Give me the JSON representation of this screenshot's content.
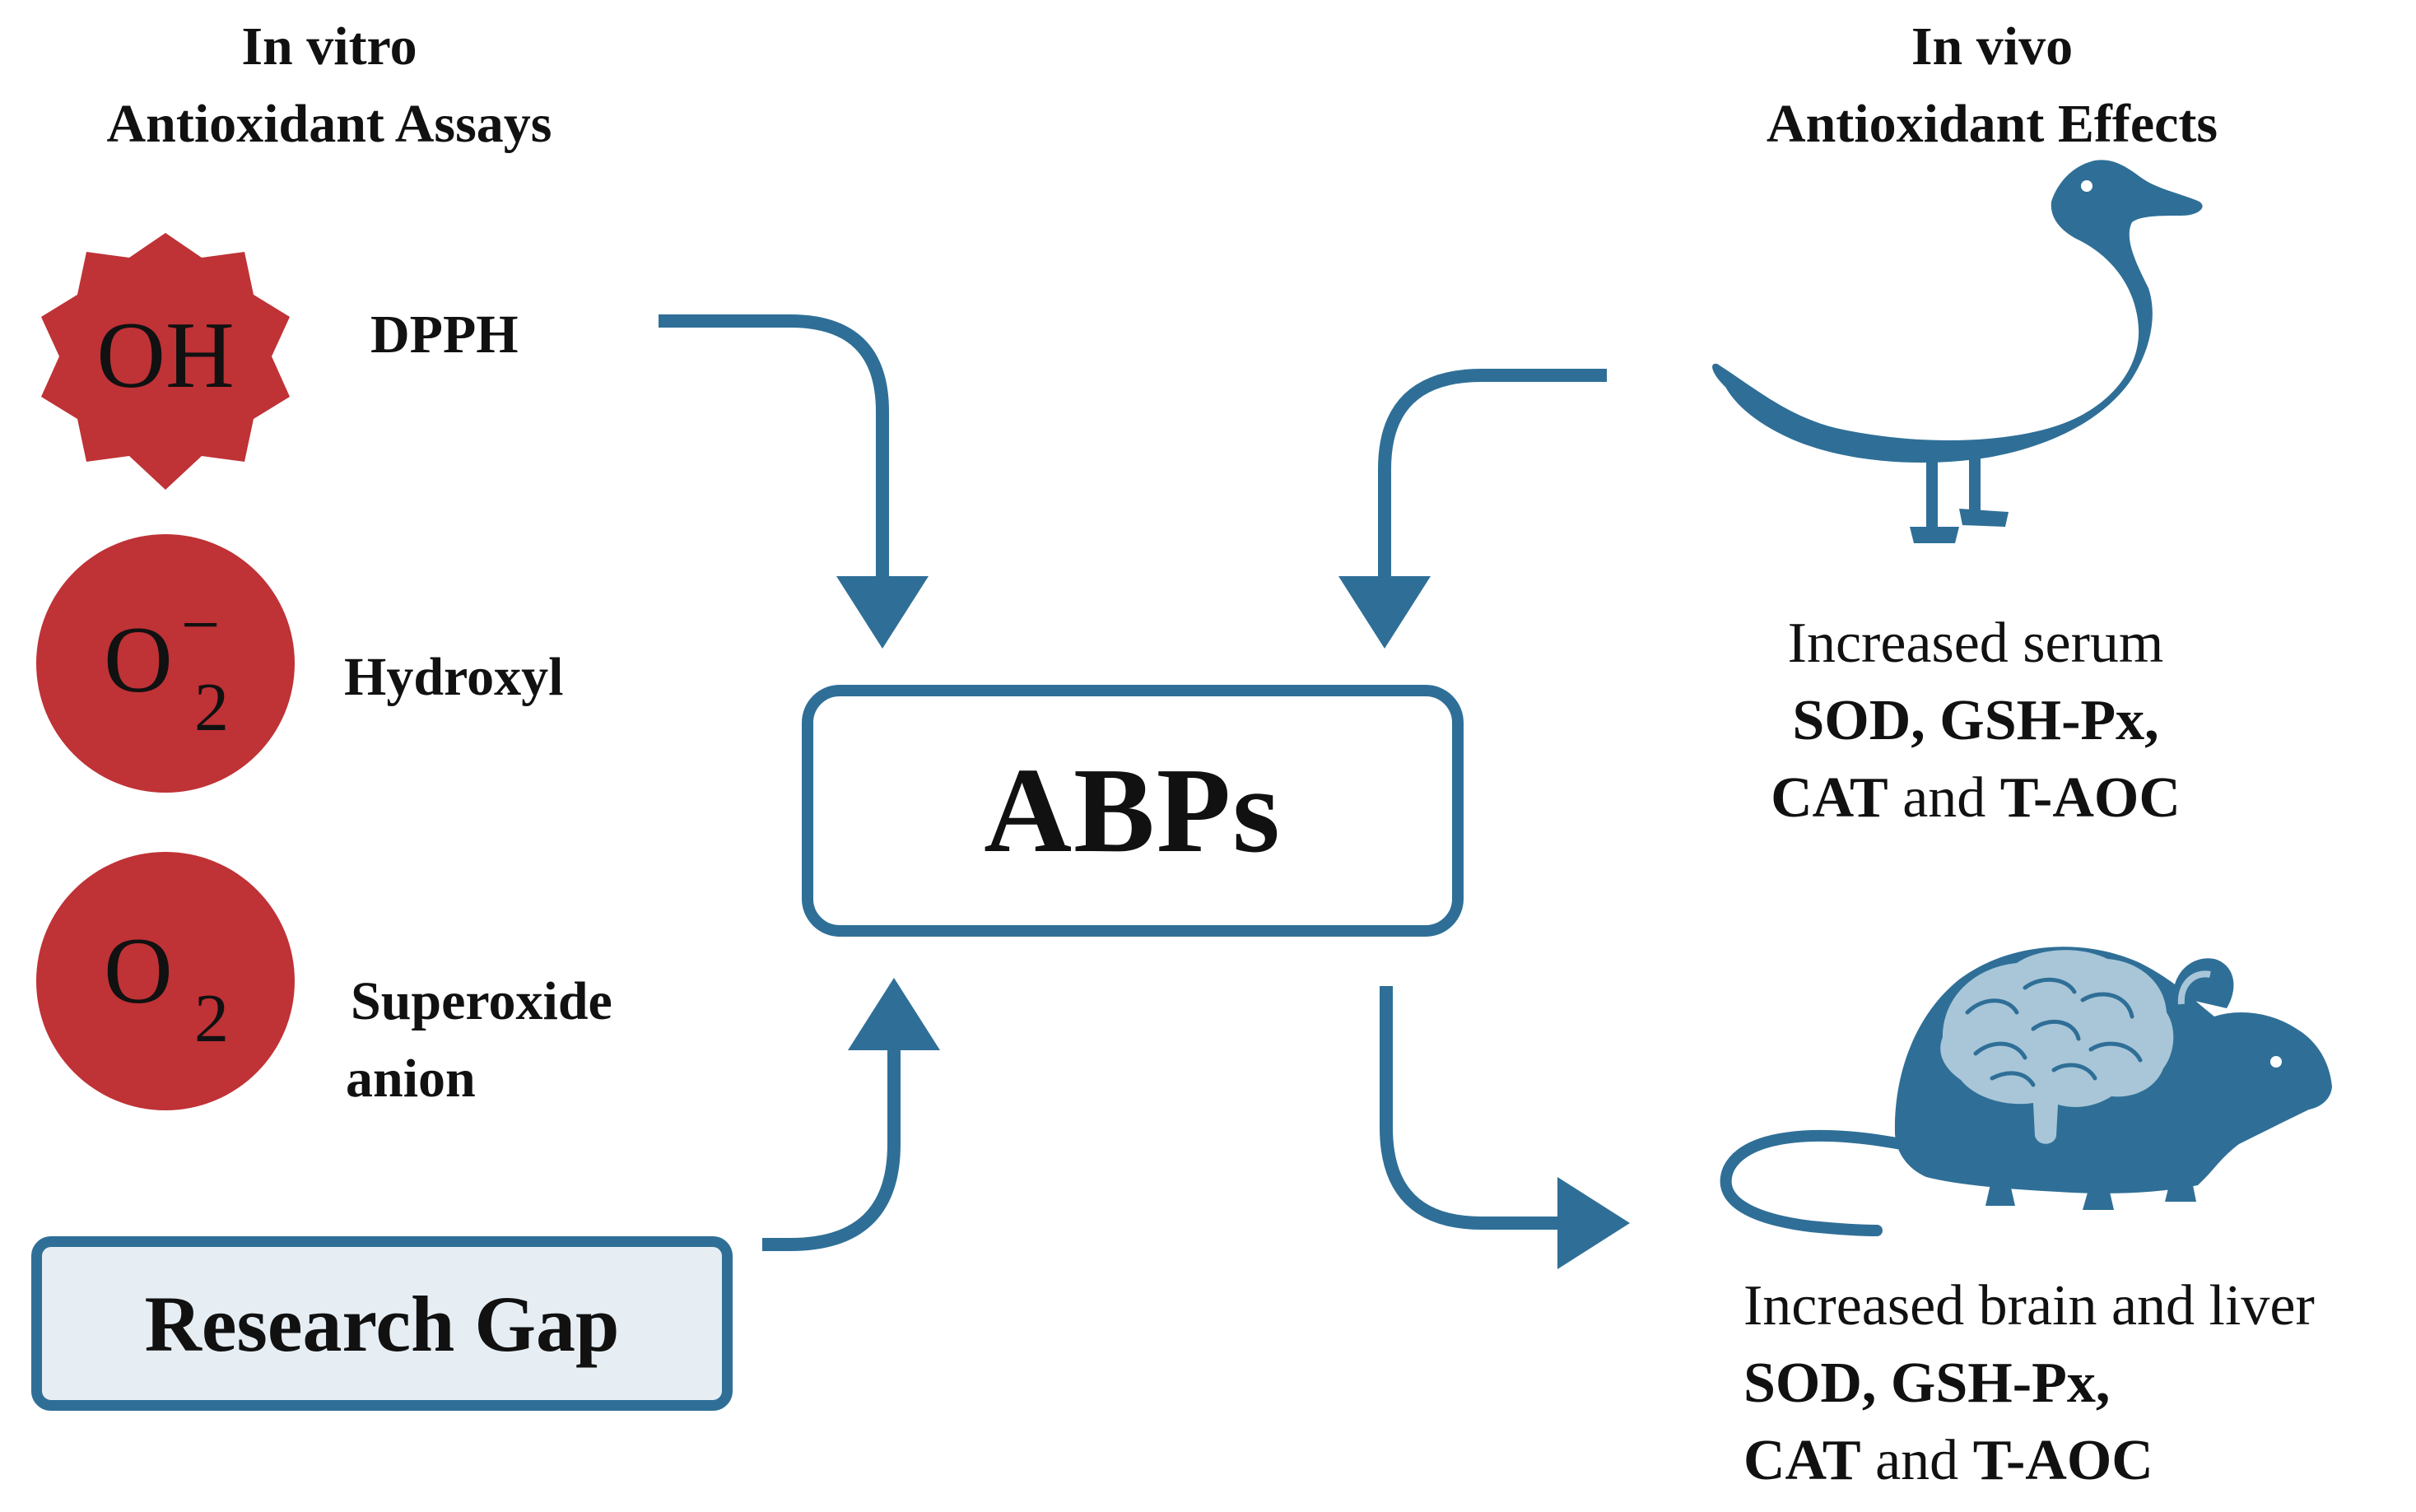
{
  "headers": {
    "in_vitro": [
      "In vitro",
      "Antioxidant Assays"
    ],
    "in_vivo": [
      "In vivo",
      "Antioxidant Effects"
    ]
  },
  "assays": [
    {
      "symbol": "OH",
      "label": "DPPH"
    },
    {
      "symbol": "O",
      "sub": "2",
      "sup": "−",
      "label": "Hydroxyl"
    },
    {
      "symbol": "O",
      "sub": "2",
      "label_lines": [
        "Superoxide",
        "anion"
      ]
    }
  ],
  "center": {
    "label": "ABPs"
  },
  "research_gap": {
    "label": "Research Gap"
  },
  "duck_effect": {
    "line1": "Increased serum",
    "line2": "SOD, GSH-Px,",
    "line3_bold1": "CAT",
    "line3_mid": " and ",
    "line3_bold2": "T-AOC"
  },
  "mouse_effect": {
    "line1": "Increased brain and liver",
    "line2": "SOD, GSH-Px,",
    "line3_bold1": "CAT",
    "line3_mid": " and ",
    "line3_bold2": "T-AOC"
  },
  "colors": {
    "arrow": "#2f6f97",
    "radical": "#bf3236",
    "animal": "#2f6f97",
    "brain": "#a8c6d8",
    "gap_fill": "#e6eef3"
  },
  "icons": {
    "duck": "duck-silhouette-icon",
    "mouse": "mouse-silhouette-icon",
    "brain": "brain-icon"
  }
}
